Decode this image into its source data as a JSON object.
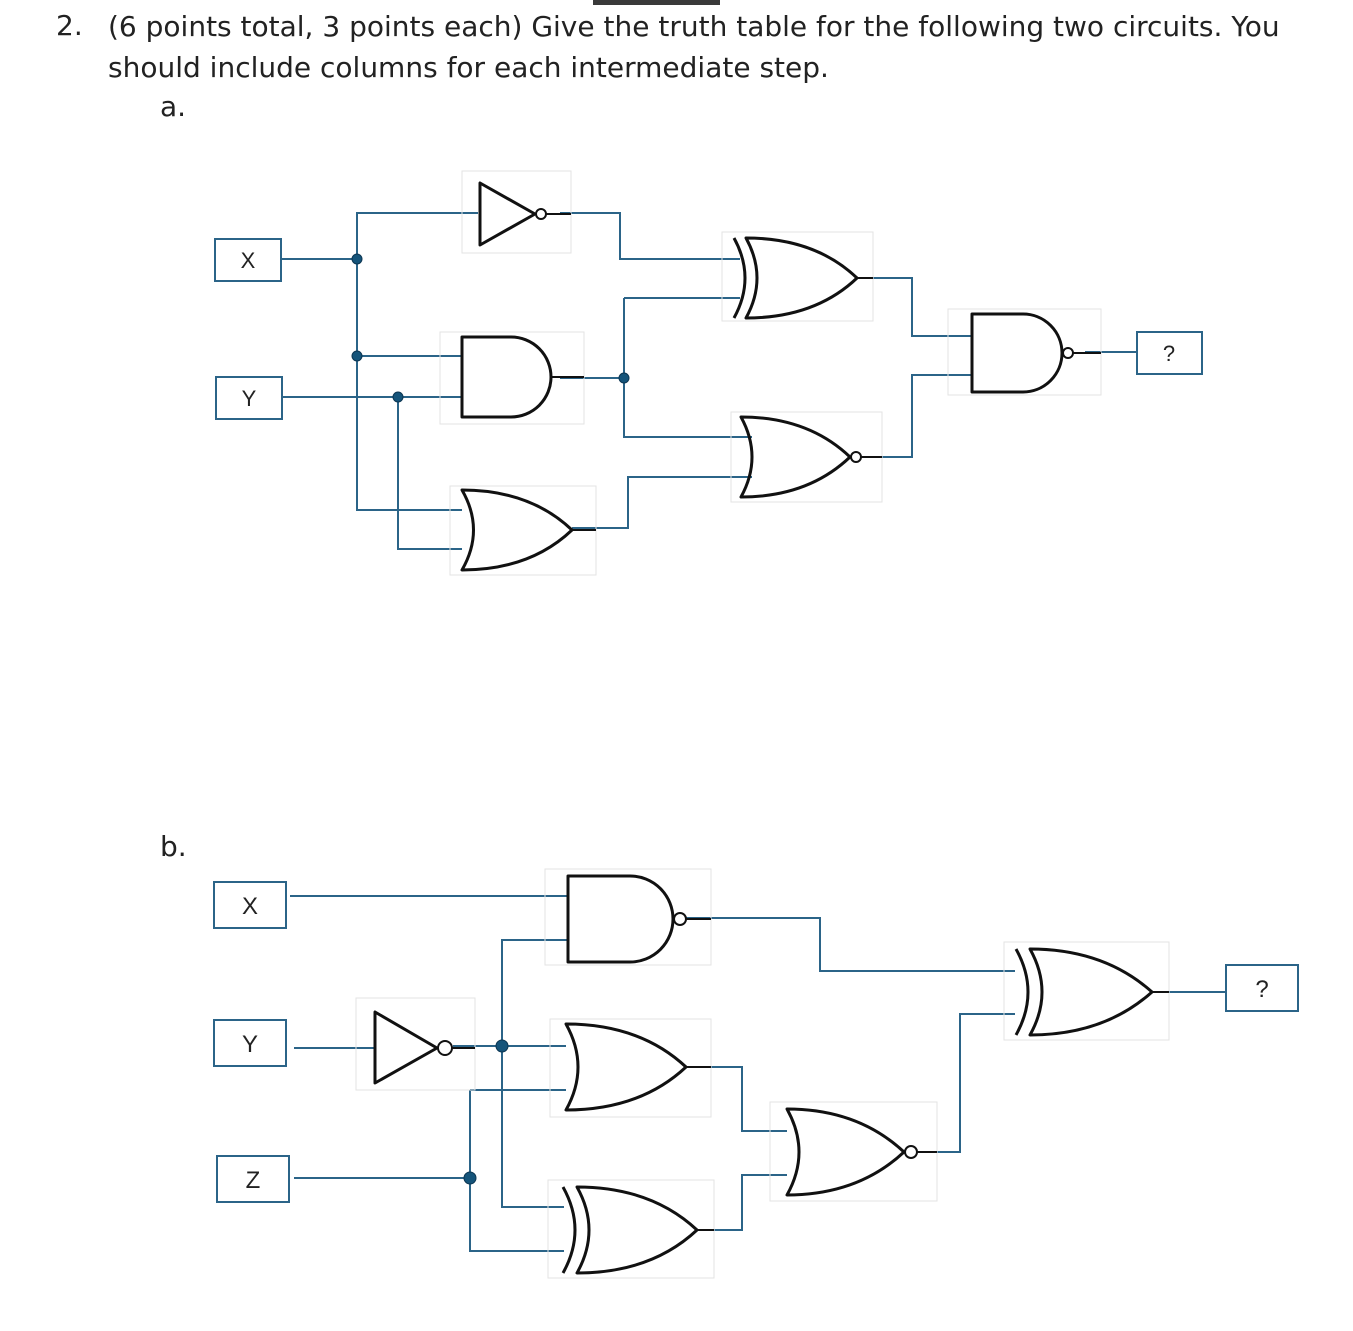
{
  "question": {
    "number": "2.",
    "line1": "(6 points total, 3 points each) Give the truth table for the following two circuits. You",
    "line2": "should include columns for each intermediate step."
  },
  "part_a": {
    "label": "a.",
    "inputs": [
      "X",
      "Y"
    ],
    "output": "?",
    "gates": [
      "NOT",
      "AND",
      "OR",
      "XOR",
      "NOR",
      "NAND"
    ]
  },
  "part_b": {
    "label": "b.",
    "inputs": [
      "X",
      "Y",
      "Z"
    ],
    "output": "?",
    "gates": [
      "NOT",
      "NAND",
      "OR",
      "XOR",
      "NOR",
      "XOR"
    ]
  },
  "colors": {
    "wire": "#2b6488",
    "gate": "#111111",
    "box": "#2b6488",
    "junction": "#15547a"
  }
}
